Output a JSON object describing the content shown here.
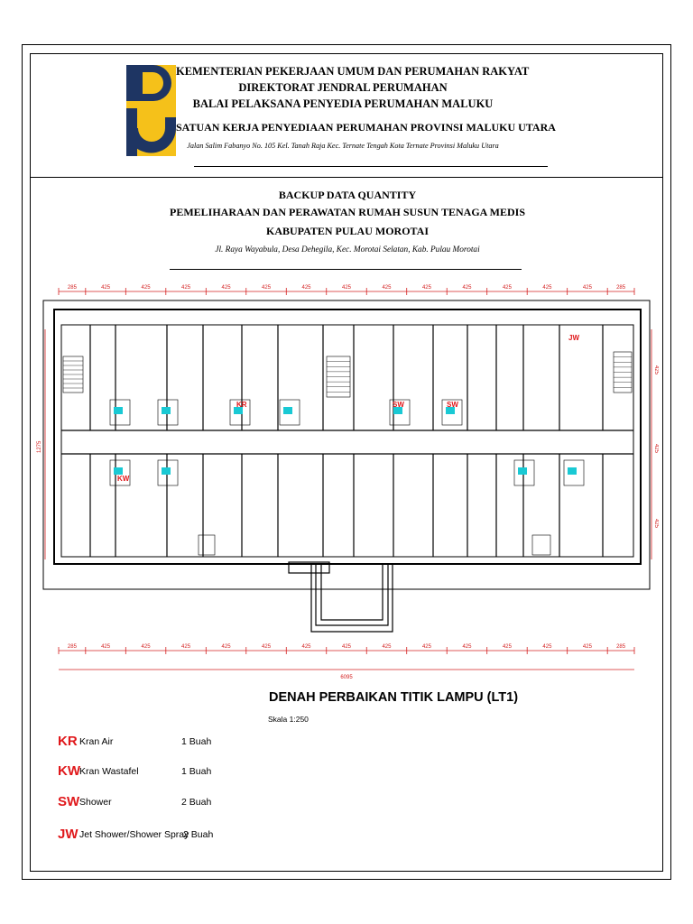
{
  "header": {
    "line1": "KEMENTERIAN PEKERJAAN UMUM DAN PERUMAHAN RAKYAT",
    "line2": "DIREKTORAT JENDRAL PERUMAHAN",
    "line3": "BALAI PELAKSANA PENYEDIA PERUMAHAN MALUKU",
    "line4": "SATUAN KERJA PENYEDIAAN PERUMAHAN PROVINSI MALUKU UTARA",
    "address": "Jalan Salim Fabanyo No. 105 Kel. Tanah Raja Kec. Ternate Tengah Kota Ternate Provinsi Maluku Utara"
  },
  "title": {
    "line1": "BACKUP DATA QUANTITY",
    "line2": "PEMELIHARAAN DAN PERAWATAN RUMAH SUSUN TENAGA MEDIS",
    "line3": "KABUPATEN PULAU MOROTAI",
    "address": "Jl. Raya Wayabula, Desa Dehegila, Kec. Morotai Selatan, Kab. Pulau Morotai"
  },
  "plan": {
    "title": "DENAH PERBAIKAN TITIK LAMPU (LT1)",
    "scale": "Skala 1:250",
    "dims_top": [
      "285",
      "425",
      "425",
      "425",
      "425",
      "425",
      "425",
      "425",
      "425",
      "425",
      "425",
      "425",
      "425",
      "425",
      "285"
    ],
    "dims_bottom": [
      "285",
      "425",
      "425",
      "425",
      "425",
      "425",
      "425",
      "425",
      "425",
      "425",
      "425",
      "425",
      "425",
      "425",
      "285"
    ],
    "total": "6095",
    "left_dim": "1275",
    "right_dims": [
      "425",
      "425",
      "425"
    ],
    "labels": {
      "kr": "KR",
      "kw": "KW",
      "sw": "SW",
      "jw": "JW"
    }
  },
  "legend": [
    {
      "code": "KR",
      "label": "Kran Air",
      "qty": "1 Buah"
    },
    {
      "code": "KW",
      "label": "Kran Wastafel",
      "qty": "1 Buah"
    },
    {
      "code": "SW",
      "label": "Shower",
      "qty": "2 Buah"
    },
    {
      "code": "JW",
      "label": "Jet Shower/Shower Spray",
      "qty": "2 Buah"
    }
  ],
  "colors": {
    "accent_red": "#e0181b",
    "logo_yellow": "#f5c11a",
    "logo_navy": "#1e3563",
    "fixture_cyan": "#19c9d4"
  }
}
